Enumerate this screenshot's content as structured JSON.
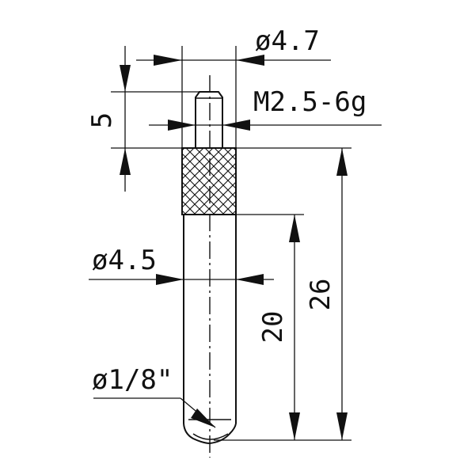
{
  "dimensions": {
    "head_diameter": "ø4.7",
    "thread_spec": "M2.5-6g",
    "thread_length": "5",
    "shank_diameter": "ø4.5",
    "shank_length": "20",
    "total_length": "26",
    "ball_diameter": "ø1/8\""
  },
  "colors": {
    "ink": "#111111",
    "background": "#ffffff"
  }
}
